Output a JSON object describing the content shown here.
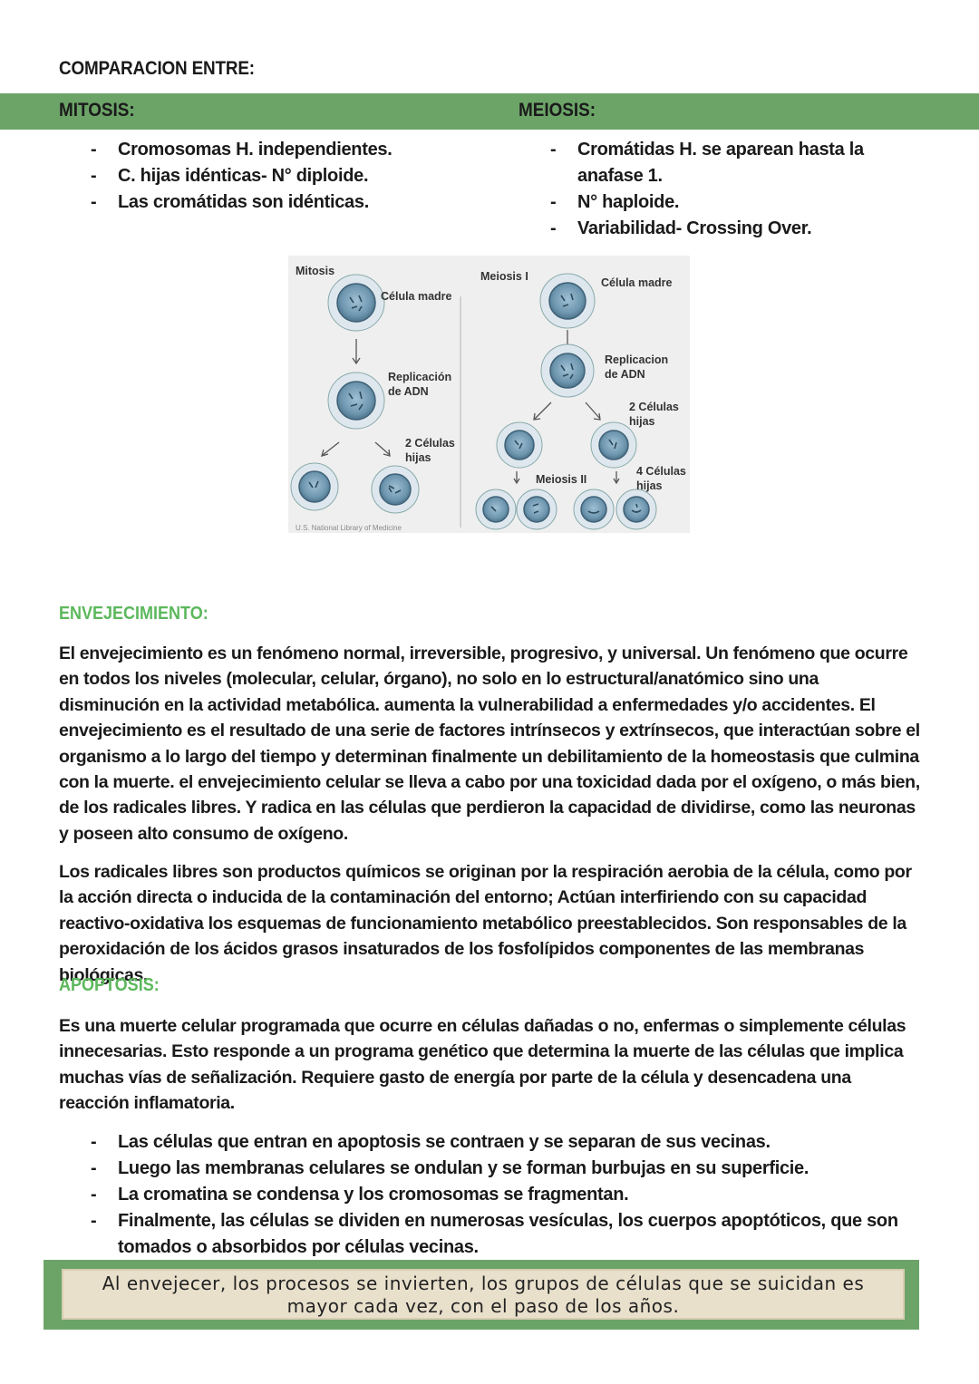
{
  "header": {
    "title": "COMPARACION ENTRE:"
  },
  "comparison": {
    "mitosis": {
      "heading": "MITOSIS:",
      "items": [
        "Cromosomas H. independientes.",
        "C. hijas idénticas- N° diploide.",
        "Las cromátidas son idénticas."
      ]
    },
    "meiosis": {
      "heading": "MEIOSIS:",
      "items": [
        "Cromátidas H. se aparean hasta la anafase 1.",
        "N° haploide.",
        "Variabilidad- Crossing Over."
      ]
    }
  },
  "figure": {
    "mitosis_title": "Mitosis",
    "mitosis_mother": "Célula madre",
    "mitosis_replication_1": "Replicación",
    "mitosis_replication_2": "de ADN",
    "mitosis_daughters_1": "2 Células",
    "mitosis_daughters_2": "hijas",
    "meiosis1_title": "Meiosis I",
    "meiosis_mother": "Célula madre",
    "meiosis_replication_1": "Replicacion",
    "meiosis_replication_2": "de ADN",
    "meiosis_daughters_1": "2 Células",
    "meiosis_daughters_2": "hijas",
    "meiosis2_title": "Meiosis II",
    "meiosis_four_1": "4 Células",
    "meiosis_four_2": "hijas",
    "credit": "U.S. National Library of Medicine"
  },
  "envejecimiento": {
    "heading": "ENVEJECIMIENTO:",
    "p1": "El envejecimiento es un fenómeno normal, irreversible, progresivo, y universal. Un fenómeno que ocurre en todos los niveles (molecular, celular, órgano), no solo en lo estructural/anatómico sino una disminución en la actividad metabólica. aumenta la vulnerabilidad a enfermedades y/o accidentes. El envejecimiento es el resultado de una serie de factores intrínsecos y extrínsecos, que interactúan sobre el organismo a lo largo del tiempo y determinan finalmente un debilitamiento de la homeostasis que culmina con la muerte. el envejecimiento celular se lleva a cabo por una toxicidad dada por el oxígeno, o más bien, de los radicales libres. Y radica en las células que perdieron la capacidad de dividirse, como las neuronas y poseen alto consumo de oxígeno.",
    "p2": "Los radicales libres son productos químicos se originan por la respiración aerobia de la célula, como por la acción directa o inducida de la contaminación del entorno; Actúan interfiriendo con su capacidad reactivo-oxidativa los esquemas de funcionamiento metabólico preestablecidos. Son responsables de la peroxidación de los ácidos grasos insaturados de los fosfolípidos componentes de las membranas biológicas."
  },
  "apoptosis": {
    "heading": "APOPTOSIS:",
    "p1": "Es una muerte celular programada que ocurre en células dañadas o no, enfermas o simplemente células innecesarias. Esto responde a un programa genético que determina la muerte de las células que implica muchas vías de señalización. Requiere gasto de energía por parte de la célula y desencadena una reacción inflamatoria.",
    "items": [
      "Las células que entran en apoptosis se contraen y se separan de sus vecinas.",
      "Luego las membranas celulares se ondulan y se forman burbujas en su superficie.",
      "La cromatina se condensa y los cromosomas se fragmentan.",
      "Finalmente, las células se dividen en numerosas vesículas, los cuerpos apoptóticos, que son tomados o absorbidos por células vecinas."
    ]
  },
  "note": {
    "line1": "Al envejecer, los procesos se invierten, los grupos de células que se suicidan es",
    "line2": "mayor cada vez, con el paso de los años."
  }
}
